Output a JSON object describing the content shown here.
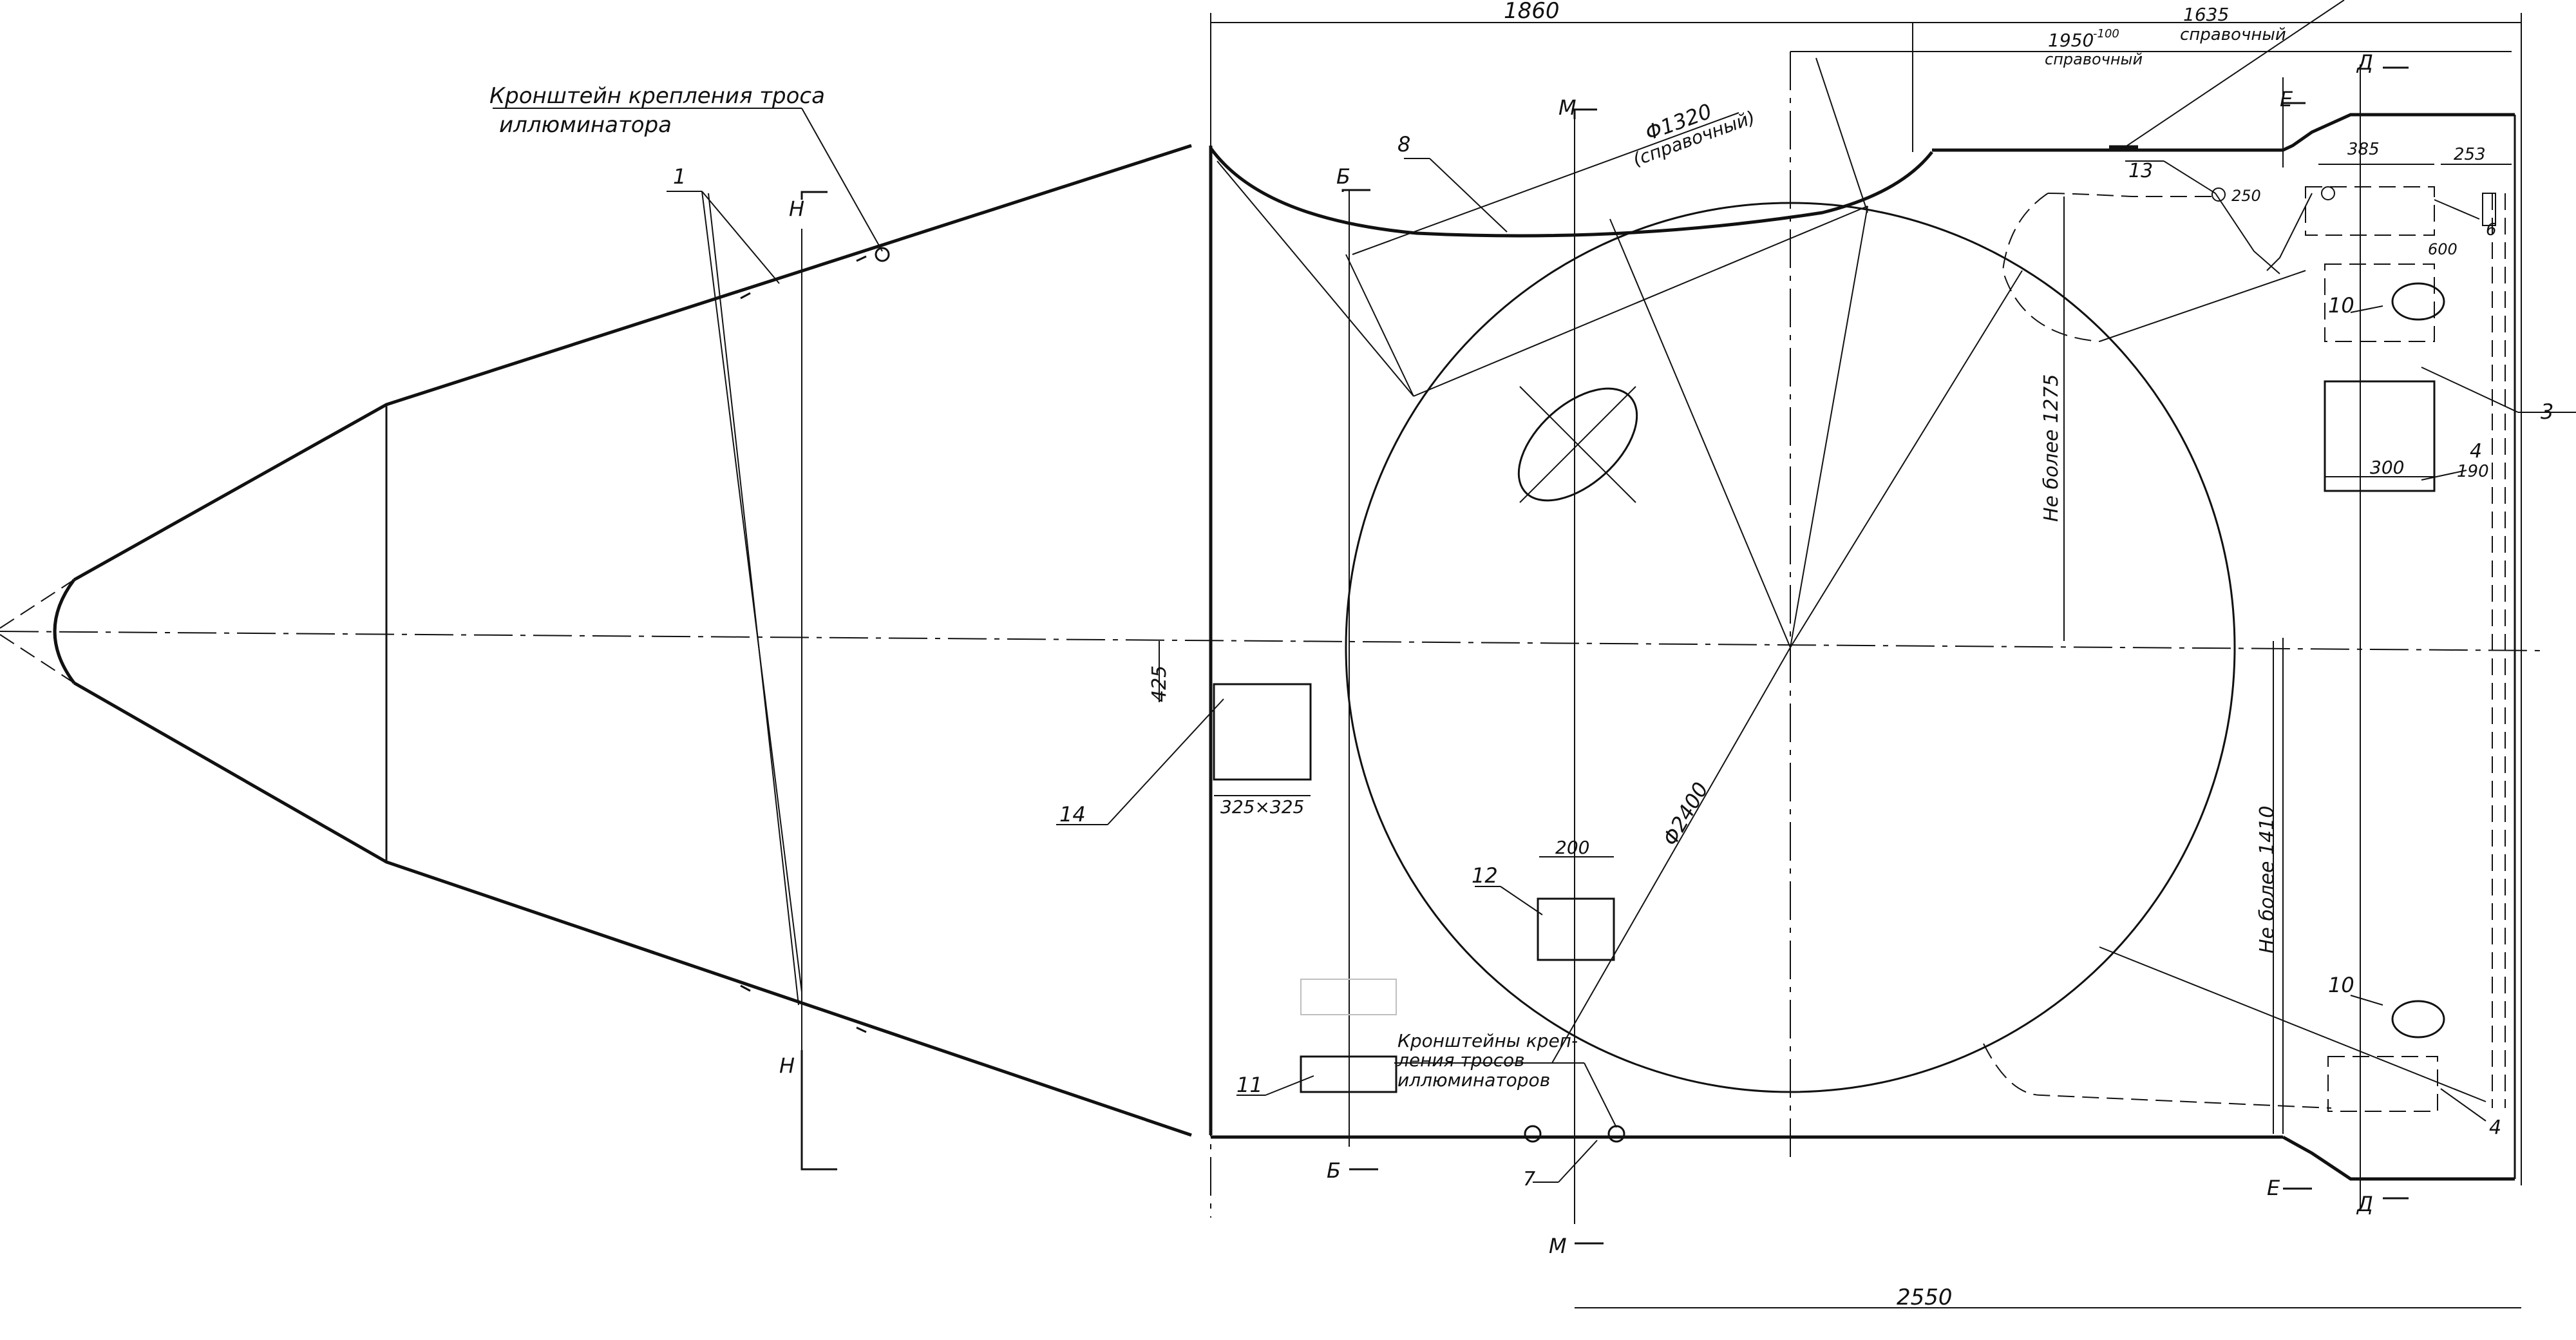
{
  "drawing": {
    "note_bracket_top": [
      "Кронштейн крепления троса",
      "иллюминатора"
    ],
    "note_bracket_bottom": [
      "Кронштейны креп-",
      "ления тросов",
      "иллюминаторов"
    ],
    "dimensions": {
      "d1860": "1860",
      "d1635": "1635",
      "d1635_ref": "справочный",
      "d1950": "1950",
      "d1950_tol": "-100",
      "d1950_ref": "справочный",
      "dia1320": "Φ1320",
      "dia1320_ref": "(справочный)",
      "dia2400": "Φ2400",
      "not_more_1275": "Не более 1275",
      "not_more_1410": "Не более 1410",
      "d2550": "2550",
      "d425": "425",
      "d325x325": "325×325",
      "d200": "200",
      "d385": "385",
      "d253": "253",
      "d250": "250",
      "d600": "600",
      "d300": "300",
      "d190": "190"
    },
    "section_marks": {
      "H": "Н",
      "B": "Б",
      "M": "М",
      "E": "Е",
      "D": "Д"
    },
    "callouts": {
      "c1": "1",
      "c3": "3",
      "c4a": "4",
      "c4b": "4",
      "c6": "6",
      "c7": "7",
      "c8": "8",
      "c10a": "10",
      "c10b": "10",
      "c11": "11",
      "c12": "12",
      "c13": "13",
      "c14": "14"
    }
  }
}
